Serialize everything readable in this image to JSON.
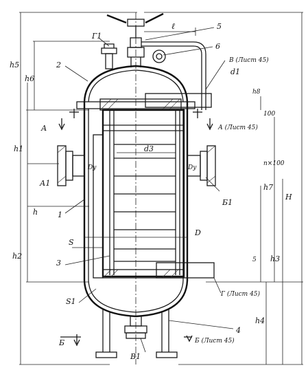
{
  "labels": {
    "g1": "Г1",
    "l": "ℓ",
    "n5": "5",
    "n6": "6",
    "n2": "2",
    "v_sheet": "В (Лист 45)",
    "d1": "d1",
    "h8": "h8",
    "h5": "h5",
    "h6": "h6",
    "a_arrow": "А",
    "a_sheet": "А (Лист 45)",
    "dim100": "100",
    "h1": "h1",
    "d3": "d3",
    "nx100": "n×100",
    "dy_left": "Dy",
    "dy_right": "Dy",
    "a1": "А1",
    "b1": "Б1",
    "n1": "1",
    "h": "h",
    "h7": "h7",
    "H": "H",
    "D": "D",
    "S": "S",
    "n3": "3",
    "h2": "h2",
    "n5b": "5",
    "h3": "h3",
    "g_sheet": "Г (Лист 45)",
    "s1": "S1",
    "n4": "4",
    "h4": "h4",
    "b_arrow": "Б",
    "b_sheet": "Б (Лист 45)",
    "v1": "В1"
  }
}
